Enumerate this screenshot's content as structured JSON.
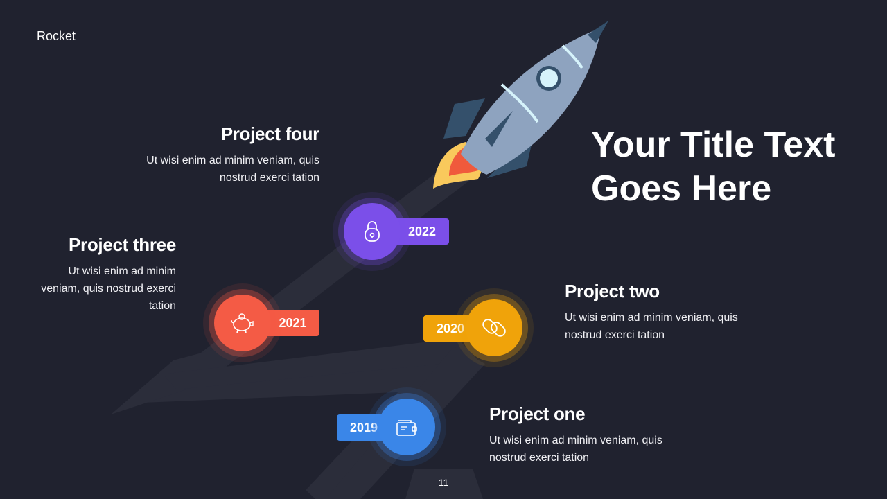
{
  "header": {
    "section_label": "Rocket"
  },
  "title": {
    "line1": "Your Title Text",
    "line2": "Goes Here"
  },
  "projects": [
    {
      "name": "Project four",
      "description": "Ut wisi enim ad minim veniam, quis nostrud exerci tation",
      "year": "2022",
      "color": "#7b4fe9",
      "icon": "padlock-icon"
    },
    {
      "name": "Project three",
      "description": "Ut wisi enim ad minim veniam, quis nostrud exerci tation",
      "year": "2021",
      "color": "#f45b45",
      "icon": "piggy-bank-icon"
    },
    {
      "name": "Project two",
      "description": "Ut wisi enim ad minim veniam, quis nostrud exerci tation",
      "year": "2020",
      "color": "#f0a30a",
      "icon": "chain-link-icon"
    },
    {
      "name": "Project one",
      "description": "Ut wisi enim ad minim veniam, quis nostrud exerci tation",
      "year": "2019",
      "color": "#3a86e8",
      "icon": "wallet-icon"
    }
  ],
  "footer": {
    "page_number": "11"
  },
  "colors": {
    "background": "#20222f",
    "path": "#2b2d3a",
    "rocket_body": "#8ea3bf",
    "rocket_fin": "#34506b",
    "flame_outer": "#f9c95c",
    "flame_inner": "#f05a3c"
  }
}
